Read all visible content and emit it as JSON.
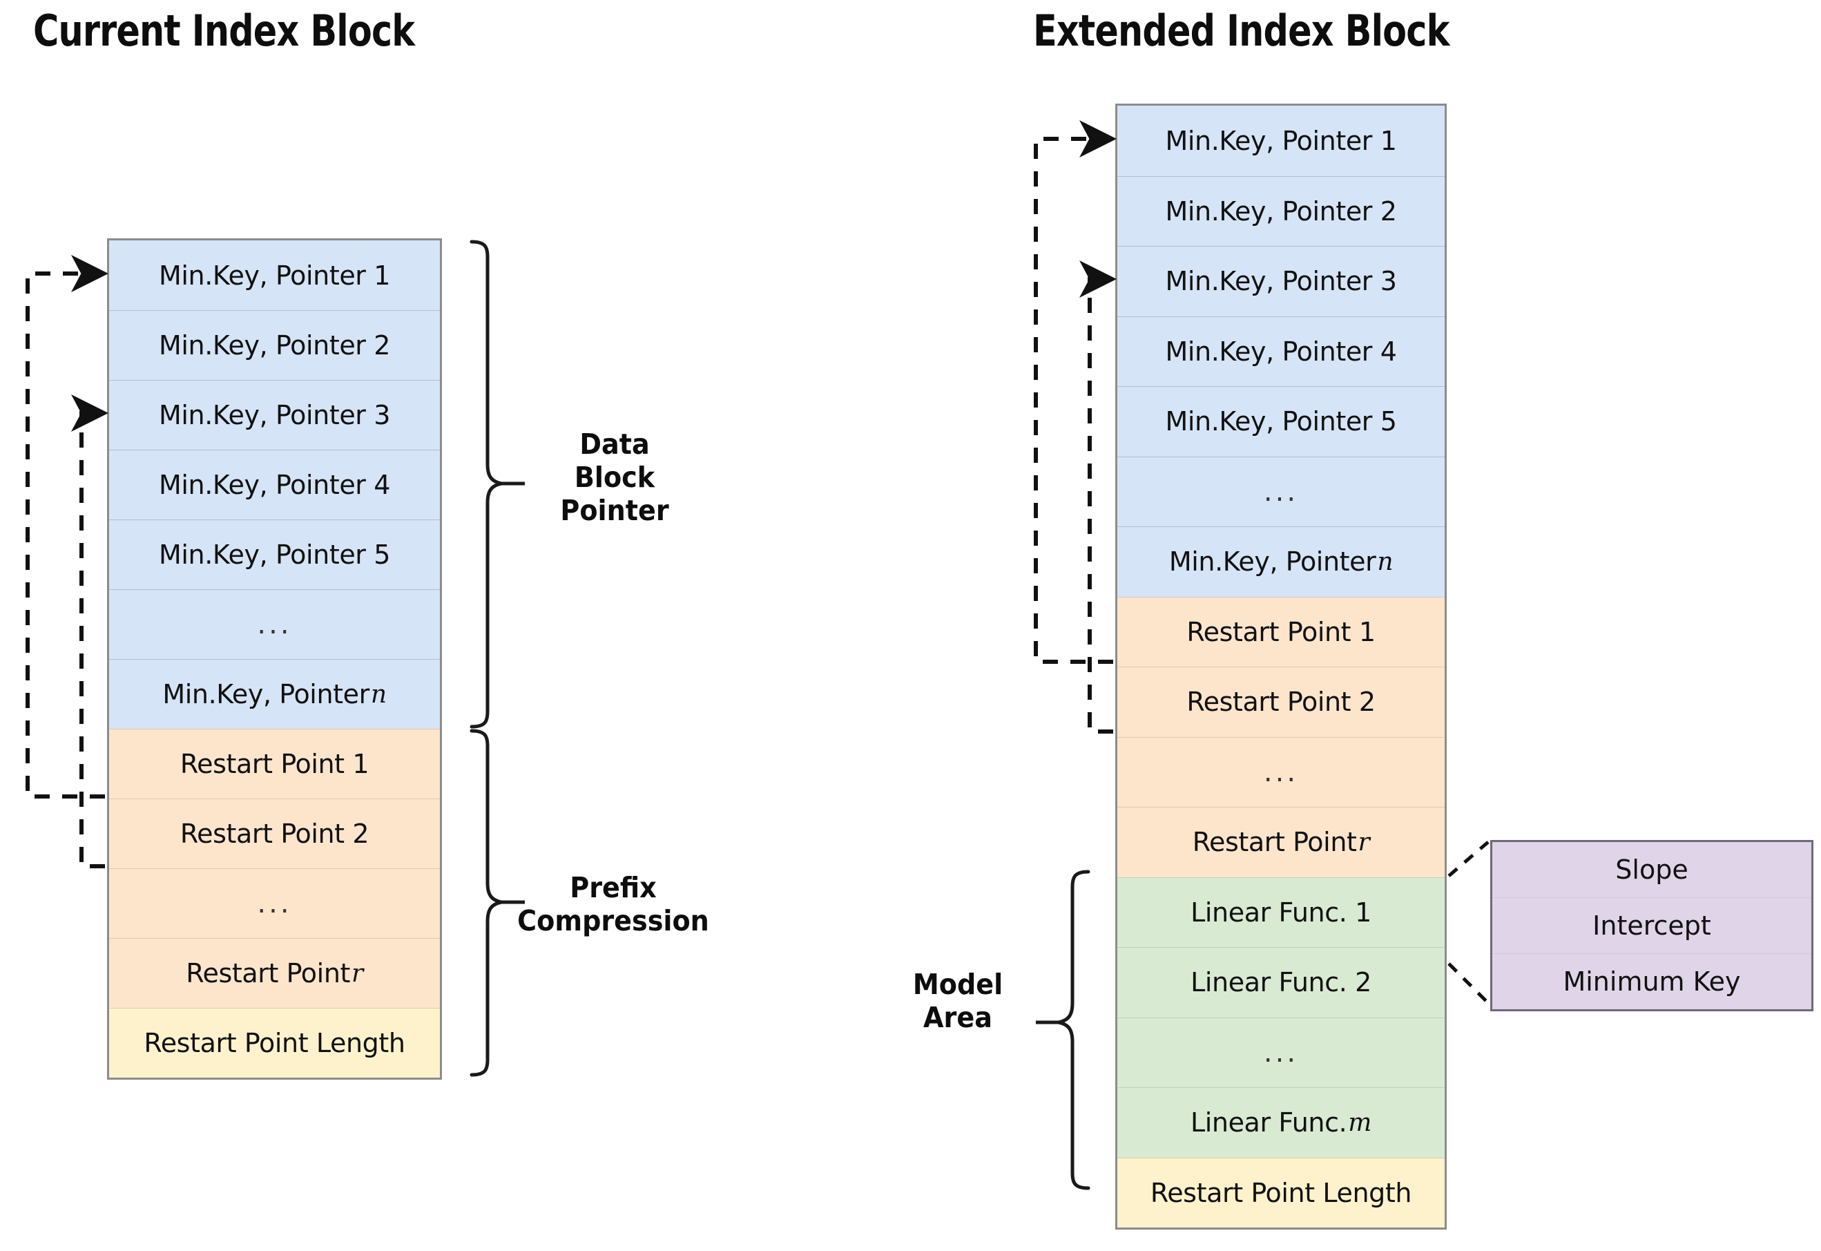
{
  "titles": {
    "left": "Current Index Block",
    "right": "Extended Index Block"
  },
  "left_block": {
    "name": "Current Index Block",
    "rows": [
      {
        "label": "Min.Key, Pointer 1",
        "color": "blue"
      },
      {
        "label": "Min.Key, Pointer 2",
        "color": "blue"
      },
      {
        "label": "Min.Key, Pointer 3",
        "color": "blue"
      },
      {
        "label": "Min.Key, Pointer 4",
        "color": "blue"
      },
      {
        "label": "Min.Key, Pointer 5",
        "color": "blue"
      },
      {
        "label": "...",
        "color": "blue"
      },
      {
        "label": "Min.Key, Pointer",
        "var": "n",
        "color": "blue"
      },
      {
        "label": "Restart Point 1",
        "color": "orange"
      },
      {
        "label": "Restart Point 2",
        "color": "orange"
      },
      {
        "label": "...",
        "color": "orange"
      },
      {
        "label": "Restart Point",
        "var": "r",
        "color": "orange"
      },
      {
        "label": "Restart Point Length",
        "color": "yellow"
      }
    ]
  },
  "right_block": {
    "name": "Extended Index Block",
    "rows": [
      {
        "label": "Min.Key, Pointer 1",
        "color": "blue"
      },
      {
        "label": "Min.Key, Pointer 2",
        "color": "blue"
      },
      {
        "label": "Min.Key, Pointer 3",
        "color": "blue"
      },
      {
        "label": "Min.Key, Pointer 4",
        "color": "blue"
      },
      {
        "label": "Min.Key, Pointer 5",
        "color": "blue"
      },
      {
        "label": "...",
        "color": "blue"
      },
      {
        "label": "Min.Key, Pointer",
        "var": "n",
        "color": "blue"
      },
      {
        "label": "Restart Point 1",
        "color": "orange"
      },
      {
        "label": "Restart Point 2",
        "color": "orange"
      },
      {
        "label": "...",
        "color": "orange"
      },
      {
        "label": "Restart Point",
        "var": "r",
        "color": "orange"
      },
      {
        "label": "Linear Func. 1",
        "color": "green"
      },
      {
        "label": "Linear Func. 2",
        "color": "green"
      },
      {
        "label": "...",
        "color": "green"
      },
      {
        "label": "Linear Func.",
        "var": "m",
        "color": "green"
      },
      {
        "label": "Restart Point Length",
        "color": "yellow"
      }
    ]
  },
  "detail_box": {
    "name": "Linear Function Fields",
    "rows": [
      "Slope",
      "Intercept",
      "Minimum Key"
    ]
  },
  "brace_labels": {
    "data_block_pointer": "Data\nBlock\nPointer",
    "prefix_compression": "Prefix\nCompression",
    "model_area": "Model\nArea"
  },
  "colors": {
    "blue": "#d6e4f7",
    "orange": "#fde5cc",
    "green": "#d9ead3",
    "yellow": "#fdf2cc",
    "purple": "#e0d5e8",
    "border": "#8c8c8c",
    "text": "#111111"
  },
  "connectors": [
    {
      "name": "restart-point-1-to-pointer-1-left",
      "from": "Restart Point 1",
      "to": "Min.Key, Pointer 1",
      "style": "dashed-arrow"
    },
    {
      "name": "restart-point-2-to-pointer-3-left",
      "from": "Restart Point 2",
      "to": "Min.Key, Pointer 3",
      "style": "dashed-arrow"
    },
    {
      "name": "restart-point-1-to-pointer-1-right",
      "from": "Restart Point 1",
      "to": "Min.Key, Pointer 1",
      "style": "dashed-arrow"
    },
    {
      "name": "restart-point-2-to-pointer-3-right",
      "from": "Restart Point 2",
      "to": "Min.Key, Pointer 3",
      "style": "dashed-arrow"
    },
    {
      "name": "linear-func-to-detail-box",
      "from": "Linear Func.",
      "to": "Slope / Intercept / Minimum Key",
      "style": "dashed-leader"
    }
  ]
}
